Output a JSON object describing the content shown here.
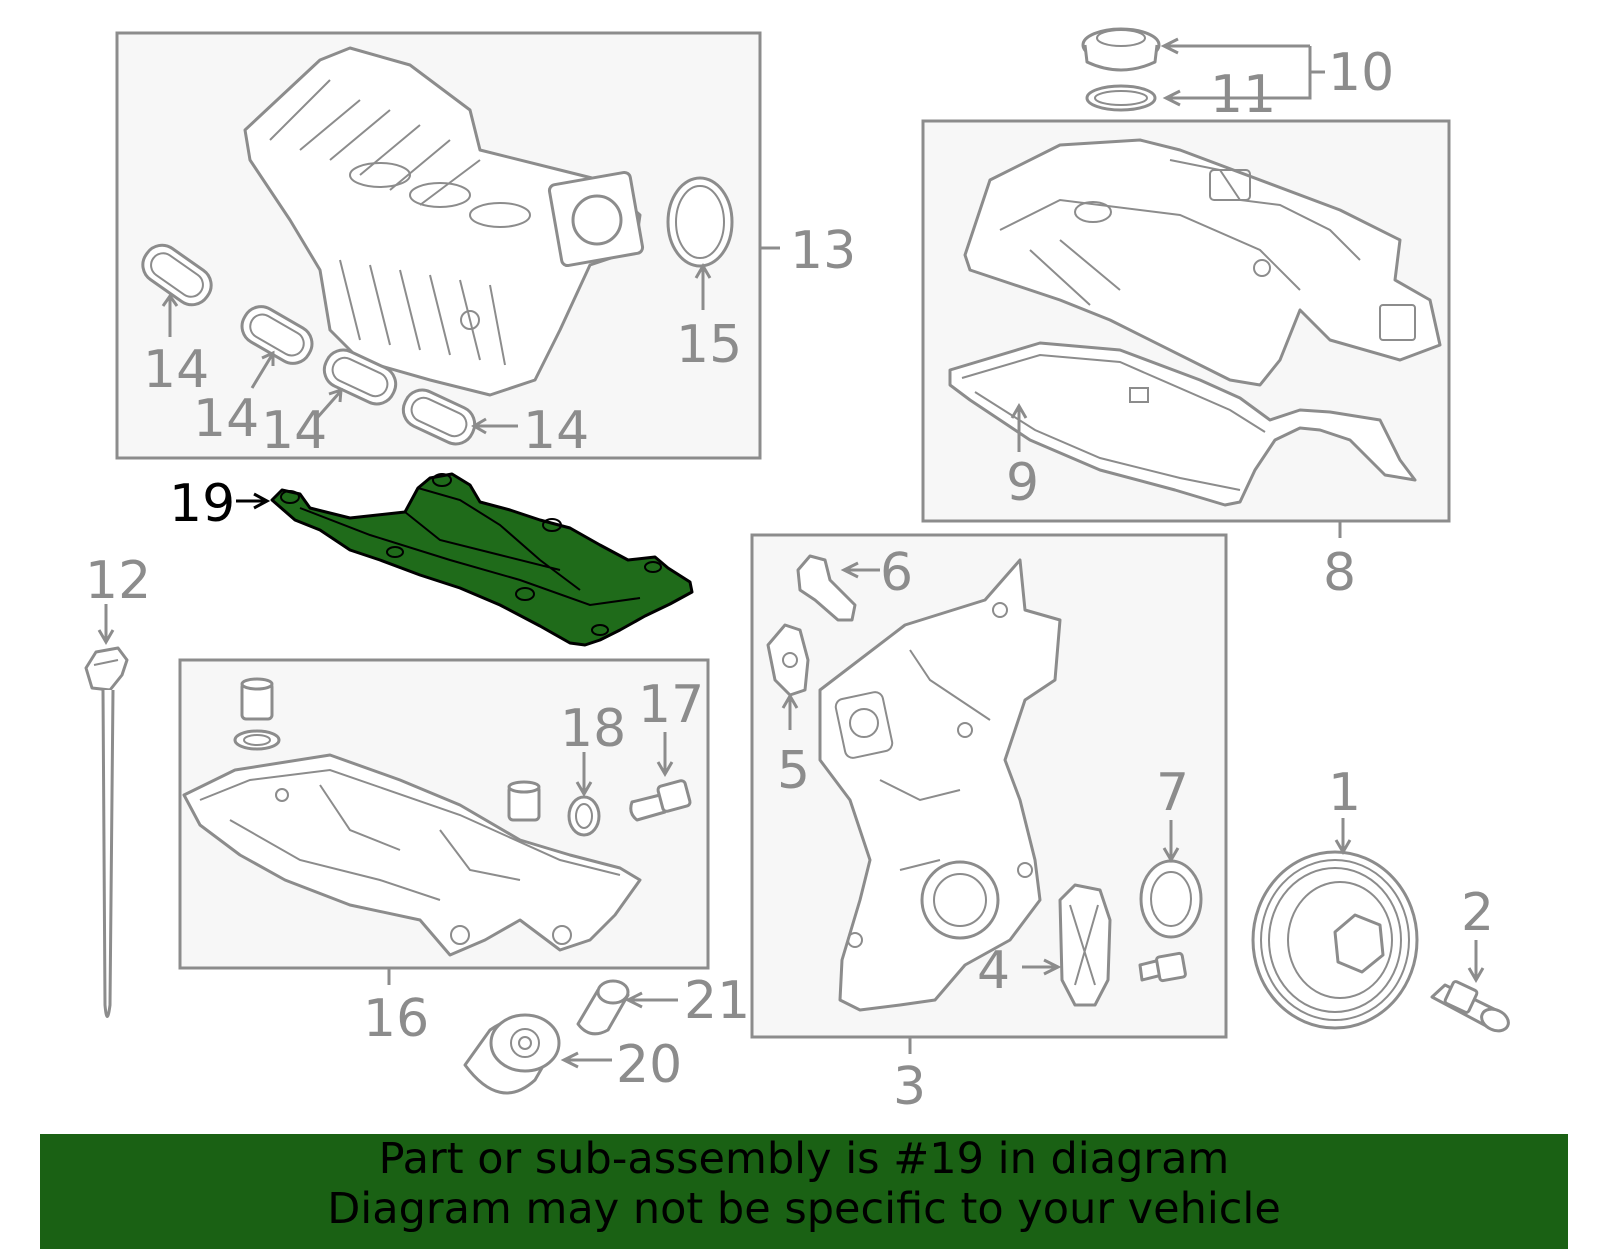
{
  "colors": {
    "highlight_fill": "#1f6b1a",
    "banner_background": "#1a6114",
    "part_stroke": "#8c8c8c",
    "box_fill": "#f7f7f7"
  },
  "callouts": {
    "c1": "1",
    "c2": "2",
    "c3": "3",
    "c4": "4",
    "c5": "5",
    "c6": "6",
    "c7": "7",
    "c8": "8",
    "c9": "9",
    "c10": "10",
    "c11": "11",
    "c12": "12",
    "c13": "13",
    "c14a": "14",
    "c14b": "14",
    "c14c": "14",
    "c14d": "14",
    "c15": "15",
    "c16": "16",
    "c17": "17",
    "c18": "18",
    "c19": "19",
    "c20": "20",
    "c21": "21"
  },
  "highlighted_part": "19",
  "banner": {
    "line1": "Part or sub-assembly is #19 in diagram",
    "line2": "Diagram may not be specific to your vehicle"
  }
}
